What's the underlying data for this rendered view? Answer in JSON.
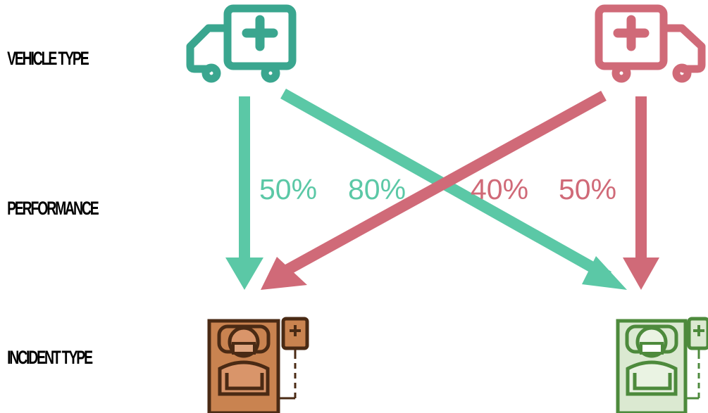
{
  "labels": {
    "vehicle_type": "VEHICLE TYPE",
    "performance": "PERFORMANCE",
    "incident_type": "INCIDENT TYPE"
  },
  "colors": {
    "teal": "#3aa68f",
    "teal_arrow": "#5bc8a6",
    "pink": "#d06a78",
    "orange_bed": "#c98350",
    "green_bed": "#4d8a3c",
    "green_bed_fill": "#dbe9d1"
  },
  "icons": {
    "vehicle_left": "ambulance-icon",
    "vehicle_right": "ambulance-icon",
    "incident_left": "hospital-bed-patient-icon",
    "incident_right": "hospital-bed-patient-icon"
  },
  "percentages": {
    "teal_straight": "50%",
    "teal_cross": "80%",
    "pink_cross": "40%",
    "pink_straight": "50%"
  }
}
